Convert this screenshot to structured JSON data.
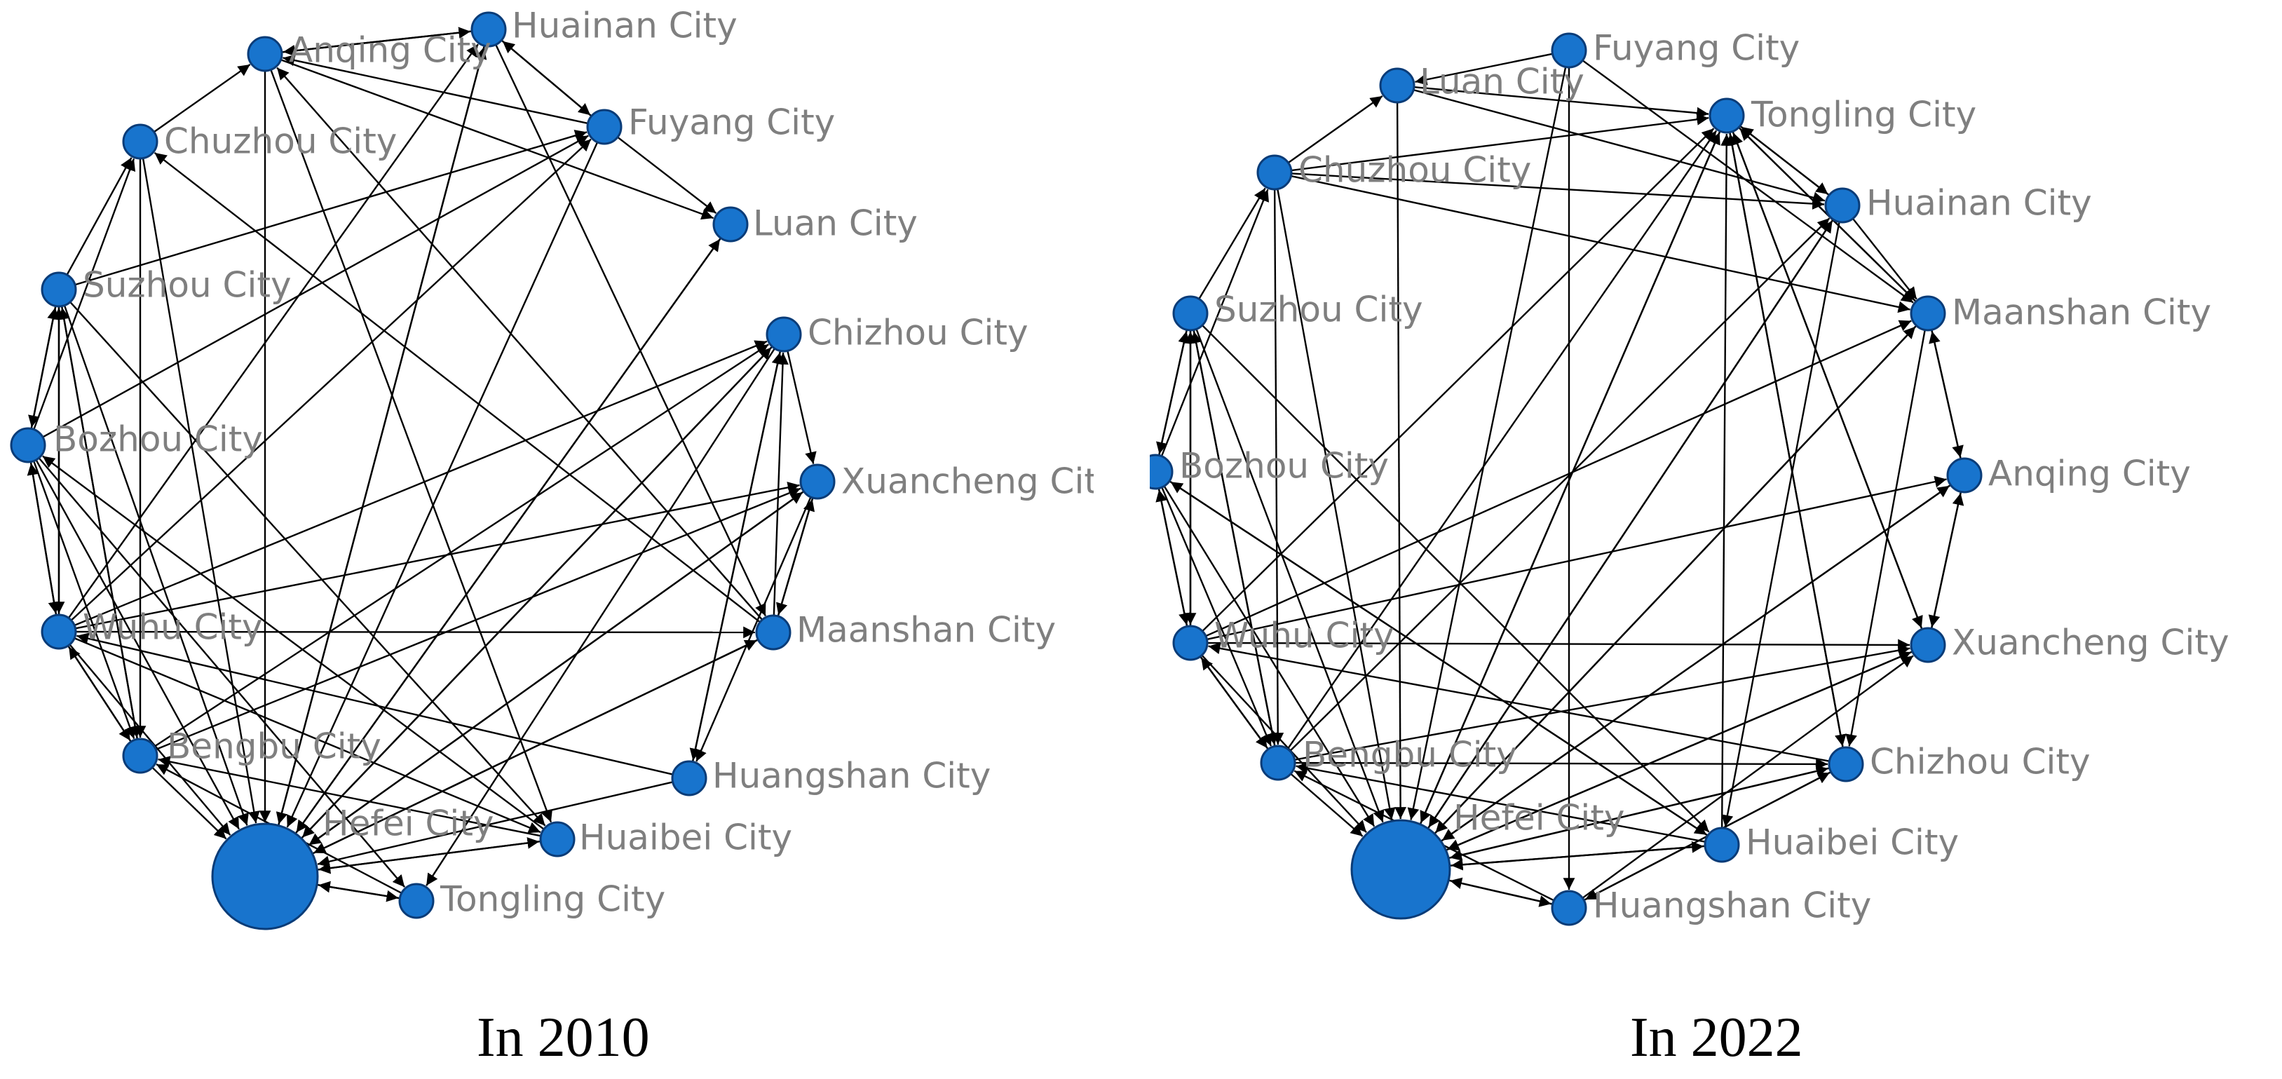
{
  "colors": {
    "node": "#1874cd",
    "node_stroke": "#0a3c78",
    "edge": "#000000",
    "label": "#7f7f7f"
  },
  "graphs": [
    {
      "id": "g2010",
      "caption": "In 2010",
      "nodes": [
        {
          "id": "hefei",
          "label": "Hefei City",
          "r": 75
        },
        {
          "id": "anqing",
          "label": "Anqing City"
        },
        {
          "id": "huainan",
          "label": "Huainan City"
        },
        {
          "id": "fuyang",
          "label": "Fuyang City"
        },
        {
          "id": "luan",
          "label": "Luan City"
        },
        {
          "id": "chizhou",
          "label": "Chizhou City"
        },
        {
          "id": "xuancheng",
          "label": "Xuancheng City"
        },
        {
          "id": "maanshan",
          "label": "Maanshan City"
        },
        {
          "id": "huangshan",
          "label": "Huangshan City"
        },
        {
          "id": "huaibei",
          "label": "Huaibei City"
        },
        {
          "id": "tongling",
          "label": "Tongling City"
        },
        {
          "id": "bengbu",
          "label": "Bengbu City"
        },
        {
          "id": "wuhu",
          "label": "Wuhu City"
        },
        {
          "id": "bozhou",
          "label": "Bozhou City"
        },
        {
          "id": "suzhou",
          "label": "Suzhou City"
        },
        {
          "id": "chuzhou",
          "label": "Chuzhou City"
        }
      ],
      "edges": [
        [
          "anqing",
          "hefei"
        ],
        [
          "huainan",
          "hefei"
        ],
        [
          "fuyang",
          "hefei"
        ],
        [
          "luan",
          "hefei"
        ],
        [
          "chizhou",
          "hefei"
        ],
        [
          "xuancheng",
          "hefei"
        ],
        [
          "maanshan",
          "hefei"
        ],
        [
          "huangshan",
          "hefei"
        ],
        [
          "huaibei",
          "hefei"
        ],
        [
          "tongling",
          "hefei"
        ],
        [
          "bengbu",
          "hefei"
        ],
        [
          "wuhu",
          "hefei"
        ],
        [
          "bozhou",
          "hefei"
        ],
        [
          "suzhou",
          "hefei"
        ],
        [
          "chuzhou",
          "hefei"
        ],
        [
          "hefei",
          "tongling"
        ],
        [
          "hefei",
          "huaibei"
        ],
        [
          "wuhu",
          "bengbu"
        ],
        [
          "bozhou",
          "bengbu"
        ],
        [
          "suzhou",
          "bengbu"
        ],
        [
          "chuzhou",
          "bengbu"
        ],
        [
          "huaibei",
          "bengbu"
        ],
        [
          "tongling",
          "bengbu"
        ],
        [
          "bozhou",
          "wuhu"
        ],
        [
          "suzhou",
          "wuhu"
        ],
        [
          "bengbu",
          "wuhu"
        ],
        [
          "huangshan",
          "wuhu"
        ],
        [
          "suzhou",
          "bozhou"
        ],
        [
          "wuhu",
          "bozhou"
        ],
        [
          "huaibei",
          "bozhou"
        ],
        [
          "bozhou",
          "suzhou"
        ],
        [
          "wuhu",
          "suzhou"
        ],
        [
          "bengbu",
          "suzhou"
        ],
        [
          "suzhou",
          "chuzhou"
        ],
        [
          "bozhou",
          "chuzhou"
        ],
        [
          "maanshan",
          "chuzhou"
        ],
        [
          "huainan",
          "anqing"
        ],
        [
          "fuyang",
          "anqing"
        ],
        [
          "chuzhou",
          "anqing"
        ],
        [
          "maanshan",
          "anqing"
        ],
        [
          "anqing",
          "huainan"
        ],
        [
          "fuyang",
          "huainan"
        ],
        [
          "hefei",
          "huainan"
        ],
        [
          "wuhu",
          "huainan"
        ],
        [
          "huainan",
          "fuyang"
        ],
        [
          "bozhou",
          "fuyang"
        ],
        [
          "suzhou",
          "fuyang"
        ],
        [
          "wuhu",
          "fuyang"
        ],
        [
          "anqing",
          "luan"
        ],
        [
          "fuyang",
          "luan"
        ],
        [
          "hefei",
          "luan"
        ],
        [
          "wuhu",
          "chizhou"
        ],
        [
          "hefei",
          "chizhou"
        ],
        [
          "bengbu",
          "chizhou"
        ],
        [
          "maanshan",
          "chizhou"
        ],
        [
          "huangshan",
          "chizhou"
        ],
        [
          "chizhou",
          "xuancheng"
        ],
        [
          "maanshan",
          "xuancheng"
        ],
        [
          "wuhu",
          "xuancheng"
        ],
        [
          "hefei",
          "xuancheng"
        ],
        [
          "bengbu",
          "xuancheng"
        ],
        [
          "xuancheng",
          "maanshan"
        ],
        [
          "wuhu",
          "maanshan"
        ],
        [
          "hefei",
          "maanshan"
        ],
        [
          "huainan",
          "maanshan"
        ],
        [
          "chizhou",
          "huangshan"
        ],
        [
          "xuancheng",
          "huangshan"
        ],
        [
          "anqing",
          "huaibei"
        ],
        [
          "suzhou",
          "huaibei"
        ],
        [
          "wuhu",
          "huaibei"
        ],
        [
          "bozhou",
          "tongling"
        ],
        [
          "chizhou",
          "tongling"
        ]
      ]
    },
    {
      "id": "g2022",
      "caption": "In 2022",
      "nodes": [
        {
          "id": "hefei",
          "label": "Hefei City",
          "r": 70
        },
        {
          "id": "luan",
          "label": "Luan City"
        },
        {
          "id": "fuyang",
          "label": "Fuyang City"
        },
        {
          "id": "tongling",
          "label": "Tongling City"
        },
        {
          "id": "huainan",
          "label": "Huainan City"
        },
        {
          "id": "maanshan",
          "label": "Maanshan City"
        },
        {
          "id": "anqing",
          "label": "Anqing City"
        },
        {
          "id": "xuancheng",
          "label": "Xuancheng City"
        },
        {
          "id": "chizhou",
          "label": "Chizhou City"
        },
        {
          "id": "huaibei",
          "label": "Huaibei City"
        },
        {
          "id": "huangshan",
          "label": "Huangshan City"
        },
        {
          "id": "bengbu",
          "label": "Bengbu City"
        },
        {
          "id": "wuhu",
          "label": "Wuhu City"
        },
        {
          "id": "bozhou",
          "label": "Bozhou City"
        },
        {
          "id": "suzhou",
          "label": "Suzhou City"
        },
        {
          "id": "chuzhou",
          "label": "Chuzhou City"
        }
      ],
      "edges": [
        [
          "luan",
          "hefei"
        ],
        [
          "fuyang",
          "hefei"
        ],
        [
          "tongling",
          "hefei"
        ],
        [
          "huainan",
          "hefei"
        ],
        [
          "maanshan",
          "hefei"
        ],
        [
          "anqing",
          "hefei"
        ],
        [
          "xuancheng",
          "hefei"
        ],
        [
          "chizhou",
          "hefei"
        ],
        [
          "huaibei",
          "hefei"
        ],
        [
          "huangshan",
          "hefei"
        ],
        [
          "bengbu",
          "hefei"
        ],
        [
          "wuhu",
          "hefei"
        ],
        [
          "bozhou",
          "hefei"
        ],
        [
          "suzhou",
          "hefei"
        ],
        [
          "chuzhou",
          "hefei"
        ],
        [
          "hefei",
          "huaibei"
        ],
        [
          "hefei",
          "huangshan"
        ],
        [
          "wuhu",
          "bengbu"
        ],
        [
          "bozhou",
          "bengbu"
        ],
        [
          "suzhou",
          "bengbu"
        ],
        [
          "chuzhou",
          "bengbu"
        ],
        [
          "huaibei",
          "bengbu"
        ],
        [
          "huangshan",
          "bengbu"
        ],
        [
          "bozhou",
          "wuhu"
        ],
        [
          "suzhou",
          "wuhu"
        ],
        [
          "bengbu",
          "wuhu"
        ],
        [
          "chizhou",
          "wuhu"
        ],
        [
          "suzhou",
          "bozhou"
        ],
        [
          "wuhu",
          "bozhou"
        ],
        [
          "huaibei",
          "bozhou"
        ],
        [
          "bozhou",
          "suzhou"
        ],
        [
          "wuhu",
          "suzhou"
        ],
        [
          "bengbu",
          "suzhou"
        ],
        [
          "suzhou",
          "chuzhou"
        ],
        [
          "bozhou",
          "chuzhou"
        ],
        [
          "fuyang",
          "luan"
        ],
        [
          "chuzhou",
          "luan"
        ],
        [
          "luan",
          "tongling"
        ],
        [
          "chuzhou",
          "tongling"
        ],
        [
          "hefei",
          "tongling"
        ],
        [
          "wuhu",
          "tongling"
        ],
        [
          "bengbu",
          "tongling"
        ],
        [
          "huaibei",
          "tongling"
        ],
        [
          "xuancheng",
          "tongling"
        ],
        [
          "chizhou",
          "tongling"
        ],
        [
          "maanshan",
          "tongling"
        ],
        [
          "huainan",
          "tongling"
        ],
        [
          "tongling",
          "huainan"
        ],
        [
          "luan",
          "huainan"
        ],
        [
          "chuzhou",
          "huainan"
        ],
        [
          "hefei",
          "huainan"
        ],
        [
          "bengbu",
          "huainan"
        ],
        [
          "tongling",
          "maanshan"
        ],
        [
          "huainan",
          "maanshan"
        ],
        [
          "anqing",
          "maanshan"
        ],
        [
          "chuzhou",
          "maanshan"
        ],
        [
          "wuhu",
          "maanshan"
        ],
        [
          "hefei",
          "maanshan"
        ],
        [
          "fuyang",
          "maanshan"
        ],
        [
          "maanshan",
          "anqing"
        ],
        [
          "wuhu",
          "anqing"
        ],
        [
          "hefei",
          "anqing"
        ],
        [
          "xuancheng",
          "anqing"
        ],
        [
          "anqing",
          "xuancheng"
        ],
        [
          "tongling",
          "xuancheng"
        ],
        [
          "wuhu",
          "xuancheng"
        ],
        [
          "hefei",
          "xuancheng"
        ],
        [
          "bengbu",
          "xuancheng"
        ],
        [
          "huangshan",
          "xuancheng"
        ],
        [
          "tongling",
          "chizhou"
        ],
        [
          "maanshan",
          "chizhou"
        ],
        [
          "hefei",
          "chizhou"
        ],
        [
          "bengbu",
          "chizhou"
        ],
        [
          "huangshan",
          "chizhou"
        ],
        [
          "suzhou",
          "huaibei"
        ],
        [
          "bozhou",
          "huaibei"
        ],
        [
          "huainan",
          "huaibei"
        ],
        [
          "fuyang",
          "huangshan"
        ],
        [
          "chizhou",
          "huangshan"
        ]
      ]
    }
  ]
}
